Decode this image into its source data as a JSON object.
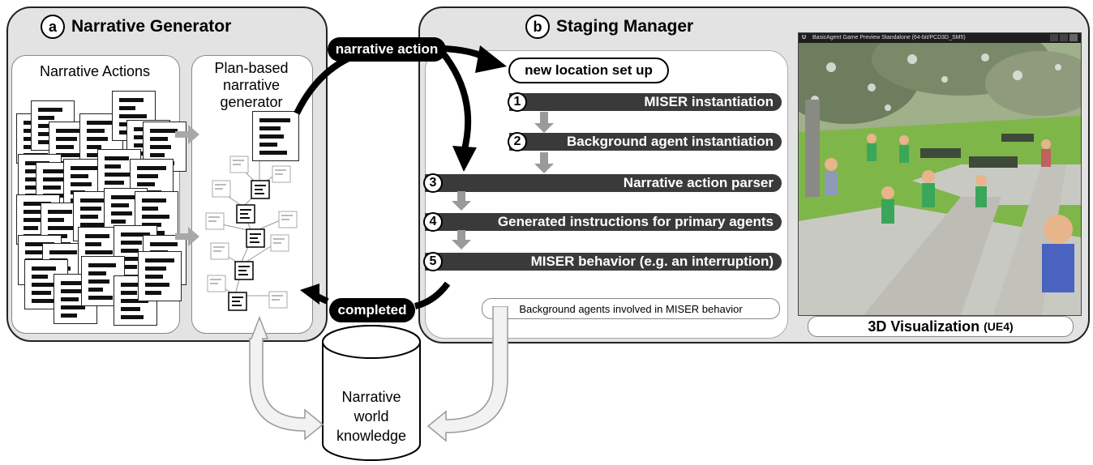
{
  "panel_a": {
    "letter": "a",
    "title": "Narrative Generator",
    "actions_title": "Narrative Actions",
    "planner_title_lines": [
      "Plan-based",
      "narrative",
      "generator"
    ]
  },
  "panel_b": {
    "letter": "b",
    "title": "Staging Manager",
    "new_location": "new location set up",
    "steps": [
      {
        "num": "1",
        "label": "MISER instantiation"
      },
      {
        "num": "2",
        "label": "Background agent instantiation"
      },
      {
        "num": "3",
        "label": "Narrative action parser"
      },
      {
        "num": "4",
        "label": "Generated instructions for primary agents"
      },
      {
        "num": "5",
        "label": "MISER behavior  (e.g. an interruption)"
      }
    ],
    "background_agents": "Background agents involved in MISER behavior",
    "viz_window_title": "BasicAgent Game Preview Standalone (64-bit/PCD3D_SM5)",
    "viz_caption": "3D Visualization",
    "viz_caption_suffix": "(UE4)"
  },
  "flows": {
    "narrative_action": "narrative action",
    "completed": "completed"
  },
  "database": {
    "lines": [
      "Narrative",
      "world",
      "knowledge"
    ]
  },
  "colors": {
    "panel_bg": "#e3e3e3",
    "bar_bg": "#3a3a3a",
    "grass": "#7fb64a",
    "path": "#c9c9c4"
  }
}
